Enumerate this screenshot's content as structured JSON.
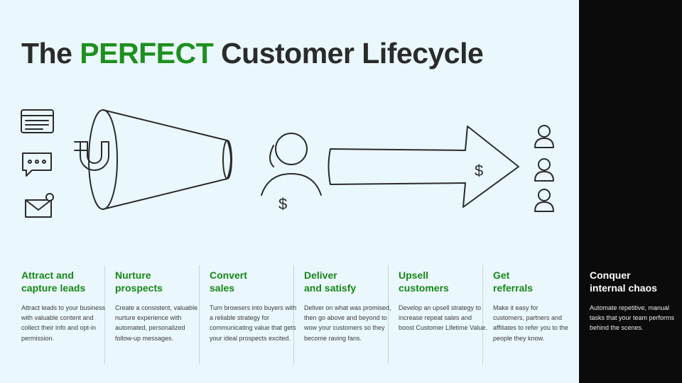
{
  "title": {
    "pre": "The ",
    "highlight": "PERFECT",
    "post": " Customer Lifecycle"
  },
  "illustration": {
    "currency_symbol": "$"
  },
  "stages": [
    {
      "heading_1": "Attract and",
      "heading_2": "capture leads",
      "body": "Attract leads to your business with valuable content and collect their info and opt-in permission."
    },
    {
      "heading_1": "Nurture",
      "heading_2": "prospects",
      "body": "Create a consistent, valuable nurture experience with automated, personalized follow-up messages."
    },
    {
      "heading_1": "Convert",
      "heading_2": "sales",
      "body": "Turn browsers into buyers with a reliable strategy for communicating value that gets your ideal prospects excited."
    },
    {
      "heading_1": "Deliver",
      "heading_2": "and satisfy",
      "body": "Deliver on what was promised, then go above and beyond to wow your customers so they become raving fans."
    },
    {
      "heading_1": "Upsell",
      "heading_2": "customers",
      "body": "Develop an upsell strategy to increase repeat sales and boost Customer Lifetime Value."
    },
    {
      "heading_1": "Get",
      "heading_2": "referrals",
      "body": "Make it easy for customers, partners and affiliates to refer you to the people they know."
    },
    {
      "heading_1": "Conquer",
      "heading_2": "internal chaos",
      "body": "Automate repetitive, manual tasks that your team performs behind the scenes."
    }
  ],
  "colors": {
    "green": "#1f8f1f",
    "background": "#eaf8fd",
    "dark": "#0b0b0b"
  }
}
